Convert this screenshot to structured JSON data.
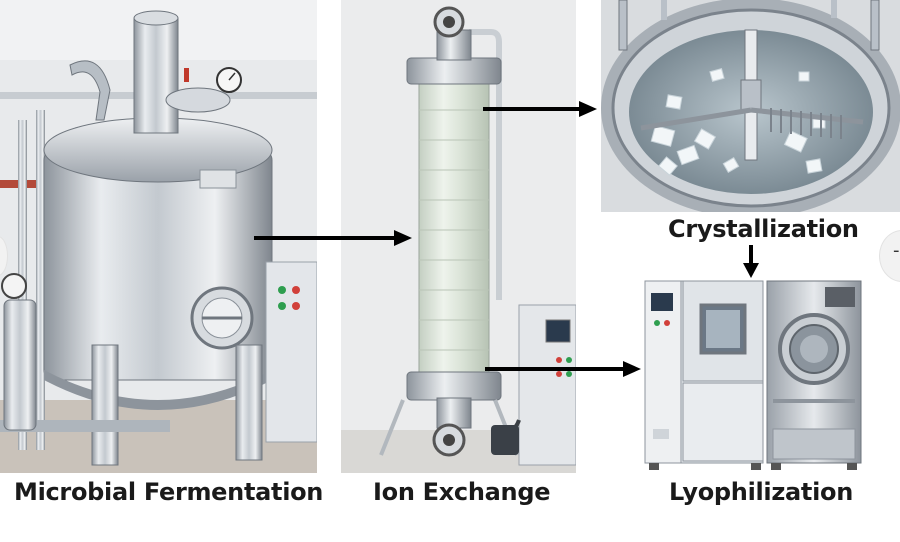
{
  "stages": {
    "fermentation": {
      "label": "Microbial Fermentation"
    },
    "ion_exchange": {
      "label": "Ion Exchange"
    },
    "crystallization": {
      "label": "Crystallization"
    },
    "lyophilization": {
      "label": "Lyophilization"
    }
  },
  "colors": {
    "steel_light": "#e9ecef",
    "steel_mid": "#b9c0c8",
    "steel_dark": "#7b838c",
    "wall": "#eceeef",
    "floor": "#cfc9c2",
    "column_glass": "#dfe7dc",
    "cabinet": "#e7eaee",
    "arrow": "#000000"
  },
  "edge_markers": {
    "right_glyph": "-"
  }
}
